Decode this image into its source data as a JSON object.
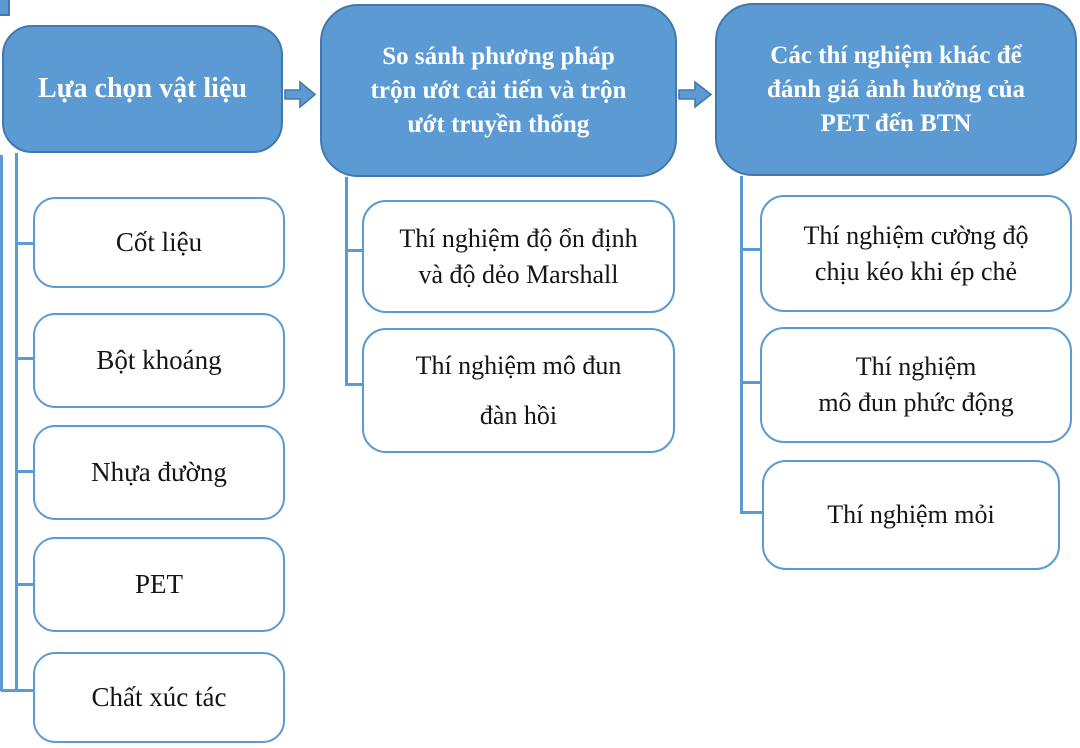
{
  "colors": {
    "background": "#ffffff",
    "node_fill": "#5b9ad2",
    "node_border": "#4478ad",
    "child_border": "#5b9ad2",
    "connector": "#5b9ad2",
    "header_text": "#ffffff",
    "child_text": "#151515"
  },
  "columns": [
    {
      "header": {
        "lines": [
          "Lựa chọn vật liệu"
        ]
      },
      "children": [
        {
          "lines": [
            "Cốt liệu"
          ]
        },
        {
          "lines": [
            "Bột khoáng"
          ]
        },
        {
          "lines": [
            "Nhựa đường"
          ]
        },
        {
          "lines": [
            "PET"
          ]
        },
        {
          "lines": [
            "Chất xúc tác"
          ]
        }
      ]
    },
    {
      "header": {
        "lines": [
          "So sánh phương pháp",
          "trộn ướt cải tiến và trộn",
          "ướt truyền thống"
        ]
      },
      "children": [
        {
          "lines": [
            "Thí nghiệm độ ổn định",
            "và độ dẻo Marshall"
          ]
        },
        {
          "lines": [
            "Thí nghiệm mô đun",
            "đàn hồi"
          ]
        }
      ]
    },
    {
      "header": {
        "lines": [
          "Các thí nghiệm khác để",
          "đánh giá ảnh hưởng của",
          "PET đến BTN"
        ]
      },
      "children": [
        {
          "lines": [
            "Thí nghiệm cường độ",
            "chịu kéo khi ép chẻ"
          ]
        },
        {
          "lines": [
            "Thí nghiệm",
            "mô đun phức động"
          ]
        },
        {
          "lines": [
            "Thí nghiệm mỏi"
          ]
        }
      ]
    }
  ]
}
